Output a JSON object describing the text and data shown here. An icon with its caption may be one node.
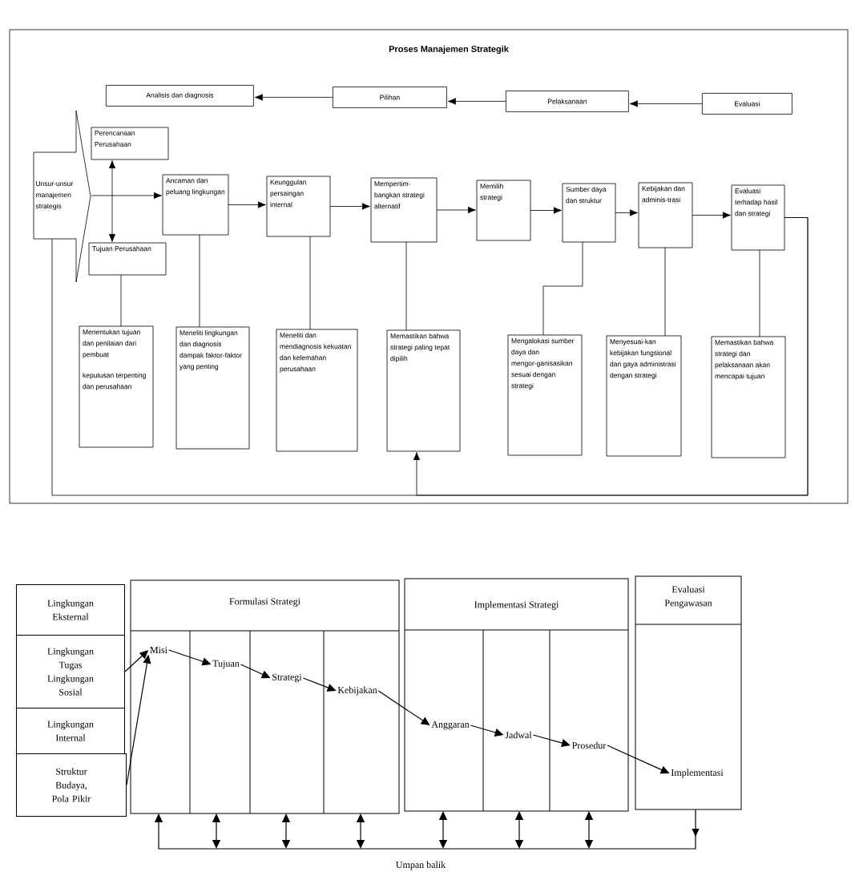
{
  "diagram": {
    "title": "Proses Manajemen Strategik",
    "nodes": [
      {
        "text": [
          "Analisis dan diagnosis"
        ]
      },
      {
        "text": [
          "Pilihan"
        ]
      },
      {
        "text": [
          "Pelaksanaan"
        ]
      },
      {
        "text": [
          "Evaluasi"
        ]
      },
      {
        "text": [
          "Unsur-unsur manajemen strategis"
        ]
      },
      {
        "text": [
          "Perencanaan Perusahaan"
        ]
      },
      {
        "text": [
          "Tujuan Perusahaan"
        ]
      },
      {
        "text": [
          "Ancaman dan peluang lingkungan"
        ]
      },
      {
        "text": [
          "Keunggulan persaingan internal"
        ]
      },
      {
        "text": [
          "Mempertim-bangkan strategi alternatif"
        ]
      },
      {
        "text": [
          "Memilih strategi"
        ]
      },
      {
        "text": [
          "Sumber daya dan struktur"
        ]
      },
      {
        "text": [
          "Kebijakan dan adminis-trasi"
        ]
      },
      {
        "text": [
          "Evaluasi terhadap hasil dan strategi"
        ]
      },
      {
        "text": [
          "Menentukan tujuan dan penilaian dari pembuat",
          "keputusan terpenting dan perusahaan"
        ]
      },
      {
        "text": [
          "Meneliti lingkungan dan diagnosis dampak faktor-faktor yang penting"
        ]
      },
      {
        "text": [
          "Meneliti dan mendiagnosis kekuatan dan kelemahan perusahaan"
        ]
      },
      {
        "text": [
          "Memastikan bahwa strategi paling tepat dipilih"
        ]
      },
      {
        "text": [
          "Mengalokasi sumber daya dan mengor-ganisasikan sesuai dengan strategi"
        ]
      },
      {
        "text": [
          "Menyesuai-kan kebijakan fungsional dan gaya administrasi dengan strategi"
        ]
      },
      {
        "text": [
          "Memastikan bahwa strategi dan pelaksanaan akan mencapai tujuan"
        ]
      },
      {
        "text": [
          "Lingkungan Eksternal"
        ]
      },
      {
        "text": [
          "Lingkungan Tugas",
          "Lingkungan Sosial"
        ]
      },
      {
        "text": [
          "Lingkungan Internal"
        ]
      },
      {
        "text": [
          "Struktur Budaya, Pola Pikir"
        ]
      },
      {
        "text": [
          "Formulasi Strategi"
        ]
      },
      {
        "text": [
          "Misi"
        ],
        "in": 25
      },
      {
        "text": [
          "Tujuan"
        ],
        "in": 25
      },
      {
        "text": [
          "Strategi"
        ],
        "in": 25
      },
      {
        "text": [
          "Kebijakan"
        ],
        "in": 25
      },
      {
        "text": [
          "Implementasi Strategi"
        ]
      },
      {
        "text": [
          "Anggaran"
        ],
        "in": 30
      },
      {
        "text": [
          "Jadwal"
        ],
        "in": 30
      },
      {
        "text": [
          "Prosedur"
        ],
        "in": 30
      },
      {
        "text": [
          "Evaluasi Pengawasan"
        ]
      },
      {
        "text": [
          "Implementasi"
        ],
        "in": 34
      }
    ],
    "edges": [
      {
        "from": 1,
        "to": 0,
        "arrow": "to"
      },
      {
        "from": 2,
        "to": 1,
        "arrow": "to"
      },
      {
        "from": 3,
        "to": 2,
        "arrow": "to"
      },
      {
        "from": 5,
        "to": 6,
        "arrow": "both"
      },
      {
        "from": 4,
        "to": 7,
        "arrow": "to"
      },
      {
        "from": 7,
        "to": 8,
        "arrow": "to"
      },
      {
        "from": 8,
        "to": 9,
        "arrow": "to"
      },
      {
        "from": 9,
        "to": 10,
        "arrow": "to"
      },
      {
        "from": 10,
        "to": 11,
        "arrow": "to"
      },
      {
        "from": 11,
        "to": 12,
        "arrow": "to"
      },
      {
        "from": 12,
        "to": 13,
        "arrow": "to"
      },
      {
        "from": 6,
        "to": 14,
        "arrow": "none"
      },
      {
        "from": 7,
        "to": 15,
        "arrow": "none"
      },
      {
        "from": 8,
        "to": 16,
        "arrow": "none"
      },
      {
        "from": 9,
        "to": 17,
        "arrow": "none"
      },
      {
        "from": 11,
        "to": 18,
        "arrow": "none"
      },
      {
        "from": 12,
        "to": 19,
        "arrow": "none"
      },
      {
        "from": 13,
        "to": 20,
        "arrow": "none"
      },
      {
        "from": 13,
        "to": 17,
        "arrow": "to"
      },
      {
        "from": 13,
        "to": 4,
        "arrow": "none"
      },
      {
        "from": 22,
        "to": 26,
        "arrow": "to"
      },
      {
        "from": 24,
        "to": 26,
        "arrow": "to"
      },
      {
        "from": 26,
        "to": 27,
        "arrow": "to"
      },
      {
        "from": 27,
        "to": 28,
        "arrow": "to"
      },
      {
        "from": 28,
        "to": 29,
        "arrow": "to"
      },
      {
        "from": 29,
        "to": 31,
        "arrow": "to"
      },
      {
        "from": 31,
        "to": 32,
        "arrow": "to"
      },
      {
        "from": 32,
        "to": 33,
        "arrow": "to"
      },
      {
        "from": 33,
        "to": 35,
        "arrow": "to"
      },
      {
        "from": 34,
        "to": 25,
        "arrow": "to",
        "label": "Umpan balik"
      },
      {
        "from": null,
        "to": 25,
        "arrow": "both"
      },
      {
        "from": null,
        "to": 25,
        "arrow": "both"
      },
      {
        "from": null,
        "to": 25,
        "arrow": "both"
      },
      {
        "from": null,
        "to": 30,
        "arrow": "both"
      },
      {
        "from": null,
        "to": 30,
        "arrow": "both"
      },
      {
        "from": null,
        "to": 30,
        "arrow": "both"
      }
    ]
  }
}
